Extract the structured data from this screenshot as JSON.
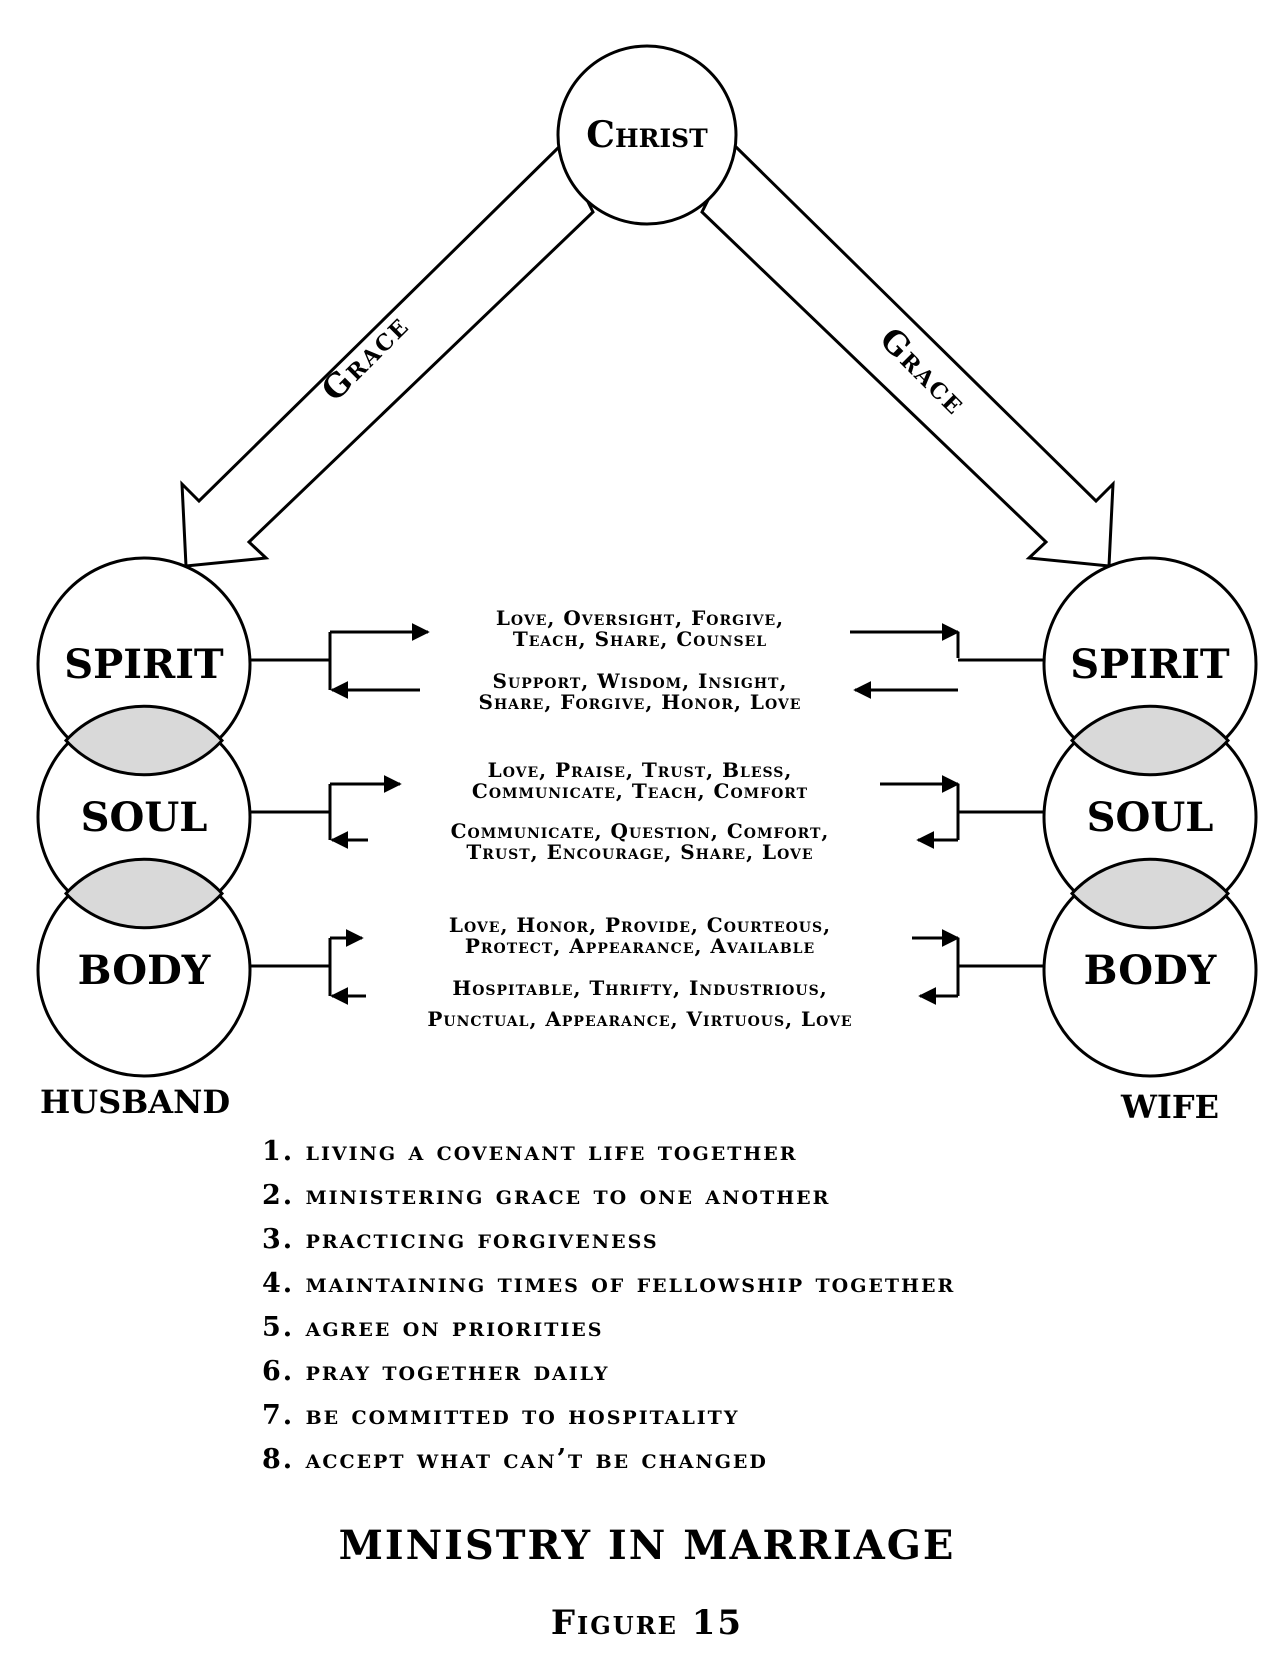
{
  "christ": "Christ",
  "grace_left": "Grace",
  "grace_right": "Grace",
  "husband": {
    "label": "HUSBAND",
    "spirit": "SPIRIT",
    "soul": "SOUL",
    "body": "BODY"
  },
  "wife": {
    "label": "WIFE",
    "spirit": "SPIRIT",
    "soul": "SOUL",
    "body": "BODY"
  },
  "exchanges": {
    "spirit_to_wife": [
      "Love, Oversight, Forgive,",
      "Teach, Share, Counsel"
    ],
    "spirit_to_husband": [
      "Support, Wisdom, Insight,",
      "Share, Forgive, Honor, Love"
    ],
    "soul_to_wife": [
      "Love, Praise, Trust, Bless,",
      "Communicate, Teach, Comfort"
    ],
    "soul_to_husband": [
      "Communicate, Question, Comfort,",
      "Trust, Encourage, Share, Love"
    ],
    "body_to_wife": [
      "Love, Honor, Provide, Courteous,",
      "Protect, Appearance, Available"
    ],
    "body_to_husband": [
      "Hospitable, Thrifty, Industrious,",
      "Punctual, Appearance, Virtuous, Love"
    ]
  },
  "principles": [
    "1. living a covenant life together",
    "2. ministering grace to one another",
    "3. practicing forgiveness",
    "4. maintaining times of fellowship together",
    "5. agree on priorities",
    "6. pray together daily",
    "7. be committed to hospitality",
    "8. accept what can’t be changed"
  ],
  "title": "MINISTRY IN MARRIAGE",
  "figure": "Figure 15"
}
